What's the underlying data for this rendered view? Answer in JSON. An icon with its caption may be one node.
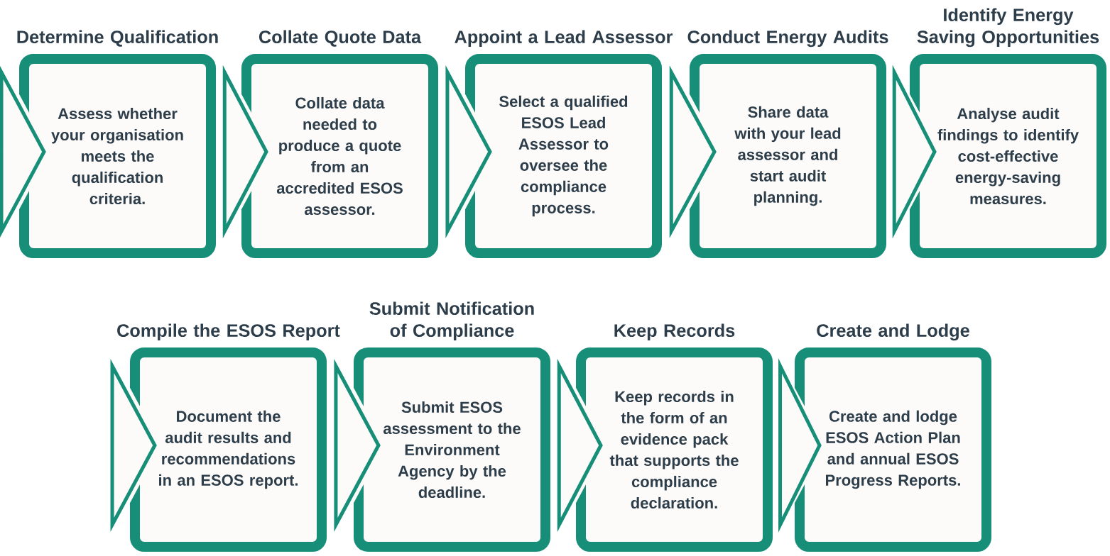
{
  "diagram": {
    "nodes": [
      {
        "text": [
          "Determine Qualification",
          "Assess whether your organisation meets the qualification criteria."
        ]
      },
      {
        "text": [
          "Collate Quote Data",
          "Collate data needed to produce a quote from an accredited ESOS assessor."
        ]
      },
      {
        "text": [
          "Appoint a Lead Assessor",
          "Select a qualified ESOS Lead Assessor to oversee the compliance process."
        ]
      },
      {
        "text": [
          "Conduct Energy Audits",
          "Share data with your lead assessor and start audit planning."
        ]
      },
      {
        "text": [
          "Identify Energy Saving Opportunities",
          "Analyse audit findings to identify cost-effective energy-saving measures."
        ]
      },
      {
        "text": [
          "Compile the ESOS Report",
          "Document the audit results and recommendations in an ESOS report."
        ]
      },
      {
        "text": [
          "Submit Notification of Compliance",
          "Submit ESOS assessment to the Environment Agency by the deadline."
        ]
      },
      {
        "text": [
          "Keep Records",
          "Keep records in the form of an evidence pack that supports the compliance declaration."
        ]
      },
      {
        "text": [
          "Create and Lodge",
          "Create and lodge ESOS Action Plan and annual ESOS Progress Reports."
        ]
      }
    ],
    "edges": [
      {
        "from": null,
        "to": 0,
        "arrow": "to"
      },
      {
        "from": 0,
        "to": 1,
        "arrow": "to"
      },
      {
        "from": 1,
        "to": 2,
        "arrow": "to"
      },
      {
        "from": 2,
        "to": 3,
        "arrow": "to"
      },
      {
        "from": 3,
        "to": 4,
        "arrow": "to"
      },
      {
        "from": null,
        "to": 5,
        "arrow": "to"
      },
      {
        "from": 5,
        "to": 6,
        "arrow": "to"
      },
      {
        "from": 6,
        "to": 7,
        "arrow": "to"
      },
      {
        "from": 7,
        "to": 8,
        "arrow": "to"
      }
    ]
  }
}
